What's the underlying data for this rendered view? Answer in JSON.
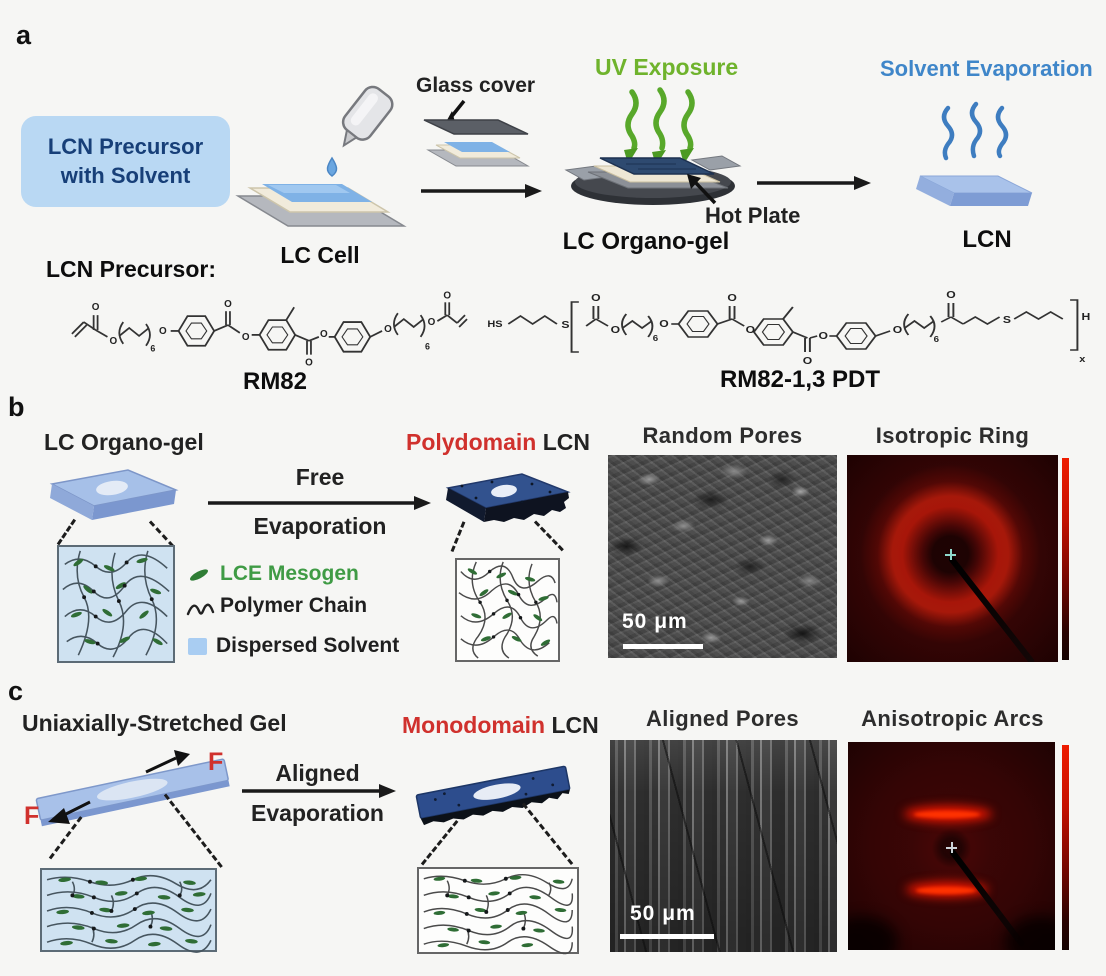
{
  "colors": {
    "uv_green": "#6fb32c",
    "solvent_blue": "#3f86c9",
    "accent_red": "#d0312d",
    "mesogen_green": "#3f9b45",
    "precursor_box_bg": "#b9d8f3"
  },
  "panel_a": {
    "label": "a",
    "precursor_box": {
      "line1": "LCN Precursor",
      "line2": "with Solvent"
    },
    "glass_cover_label": "Glass cover",
    "lc_cell_label": "LC Cell",
    "uv_exposure_label": "UV Exposure",
    "hot_plate_label": "Hot Plate",
    "lc_organogel_label": "LC Organo-gel",
    "solvent_evaporation_label": "Solvent Evaporation",
    "lcn_label": "LCN",
    "precursor_heading": "LCN Precursor:",
    "rm82_label": "RM82",
    "rm82_pdt_label": "RM82-1,3 PDT",
    "chem_atoms": {
      "o": "O",
      "six": "6",
      "hs": "HS",
      "s": "S",
      "h": "H",
      "x": "x"
    }
  },
  "panel_b": {
    "label": "b",
    "gel_label": "LC Organo-gel",
    "arrow_top": "Free",
    "arrow_bottom": "Evaporation",
    "product_highlight": "Polydomain",
    "product_rest": " LCN",
    "legend": [
      {
        "label": "LCE Mesogen"
      },
      {
        "label": "Polymer Chain"
      },
      {
        "label": "Dispersed Solvent"
      }
    ],
    "sem_title": "Random Pores",
    "sem_scale": "50 μm",
    "xray_title": "Isotropic Ring"
  },
  "panel_c": {
    "label": "c",
    "gel_label": "Uniaxially-Stretched Gel",
    "force_label": "F",
    "arrow_top": "Aligned",
    "arrow_bottom": "Evaporation",
    "product_highlight": "Monodomain",
    "product_rest": " LCN",
    "sem_title": "Aligned Pores",
    "sem_scale": "50 μm",
    "xray_title": "Anisotropic Arcs"
  }
}
